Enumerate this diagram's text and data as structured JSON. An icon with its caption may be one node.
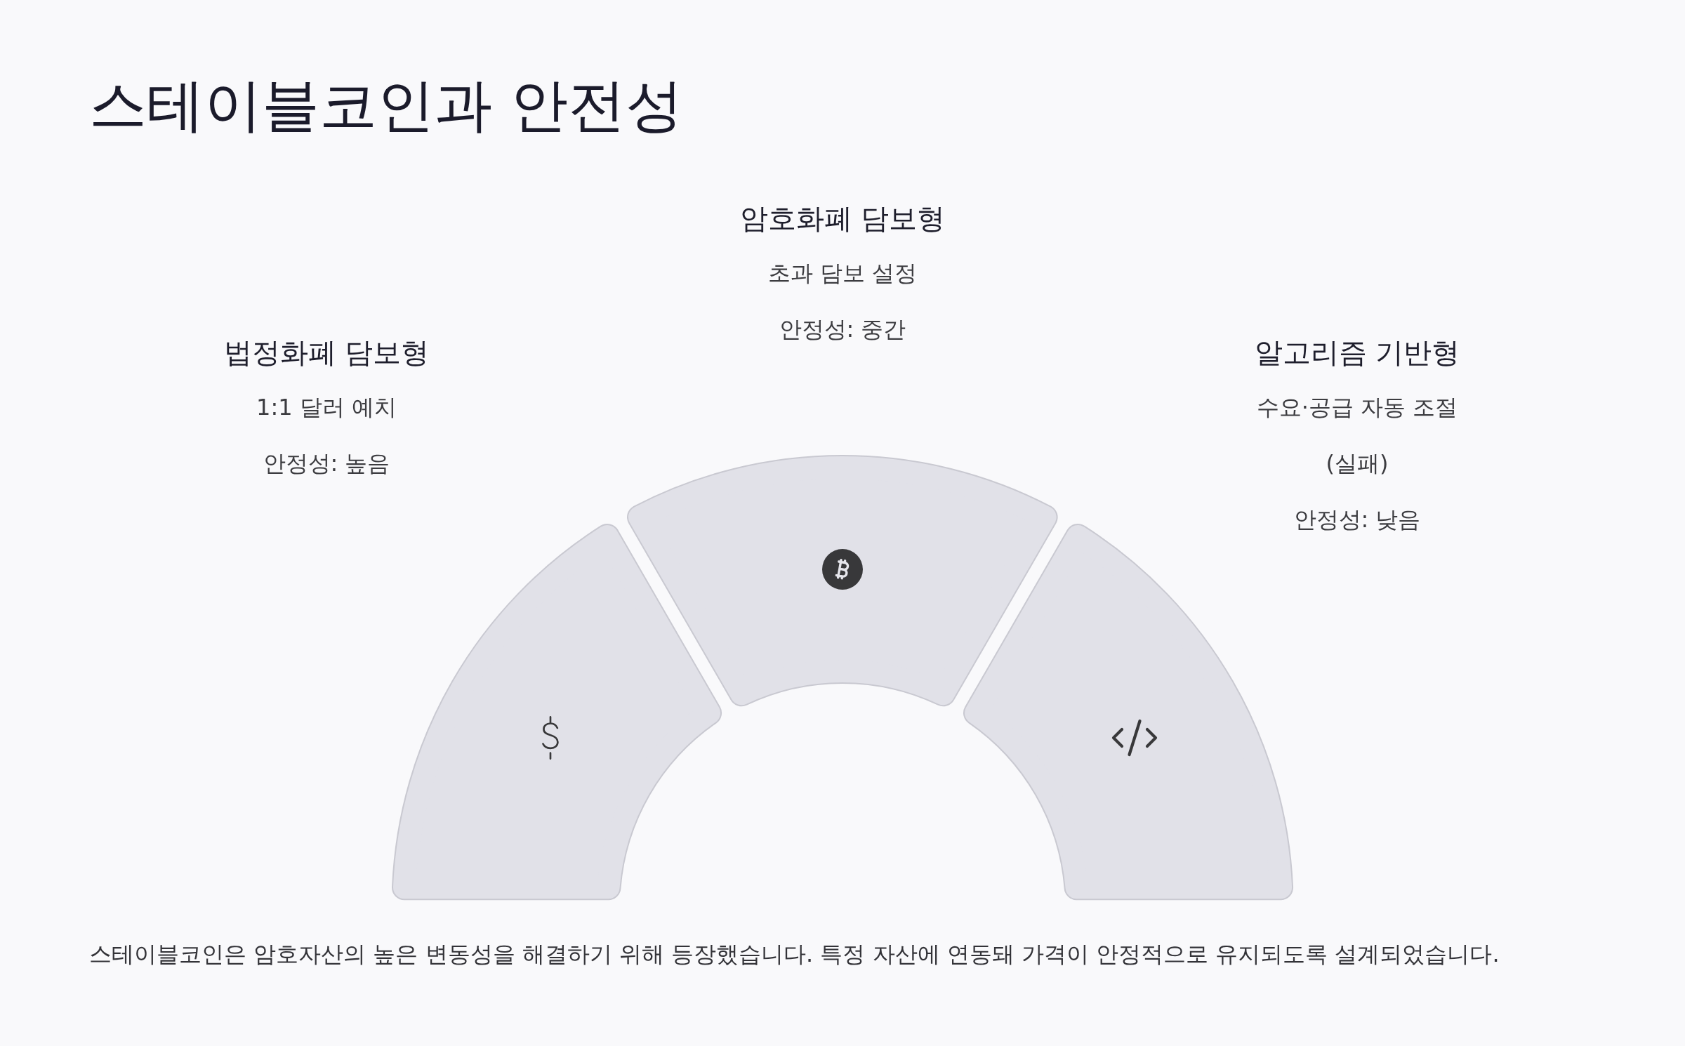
{
  "diagram": {
    "title": "스테이블코인과 안전성",
    "caption": "스테이블코인은 암호자산의 높은 변동성을 해결하기 위해 등장했습니다. 특정 자산에 연동돼 가격이 안정적으로 유지되도록 설계되었습니다.",
    "nodes": [
      {
        "text": [],
        "shape": "arc",
        "beside": [
          "법정화폐 담보형",
          "1:1 달러 예치",
          "안정성: 높음"
        ]
      },
      {
        "text": [],
        "shape": "arc",
        "beside": [
          "암호화폐 담보형",
          "초과 담보 설정",
          "안정성: 중간"
        ]
      },
      {
        "text": [],
        "shape": "arc",
        "beside": [
          "알고리즘 기반형",
          "수요·공급 자동 조절",
          "(실패)",
          "안정성: 낮음"
        ]
      }
    ]
  }
}
